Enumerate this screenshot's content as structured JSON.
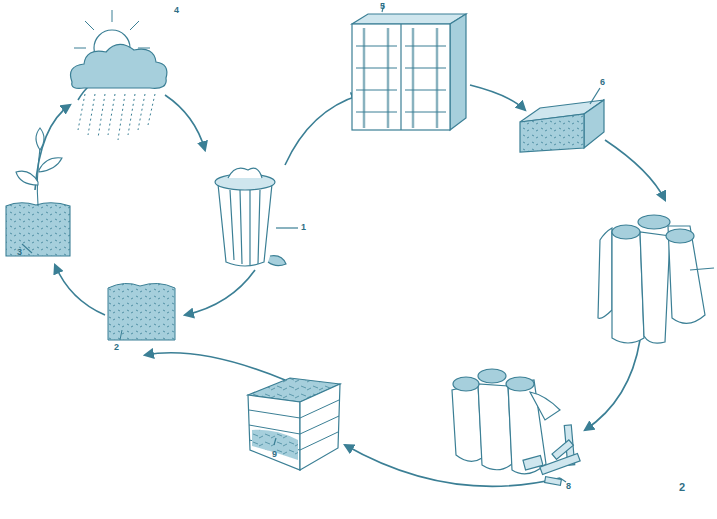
{
  "diagram": {
    "labels": [
      "4",
      "5",
      "6",
      "1",
      "3",
      "2",
      "9",
      "8",
      "2"
    ]
  }
}
